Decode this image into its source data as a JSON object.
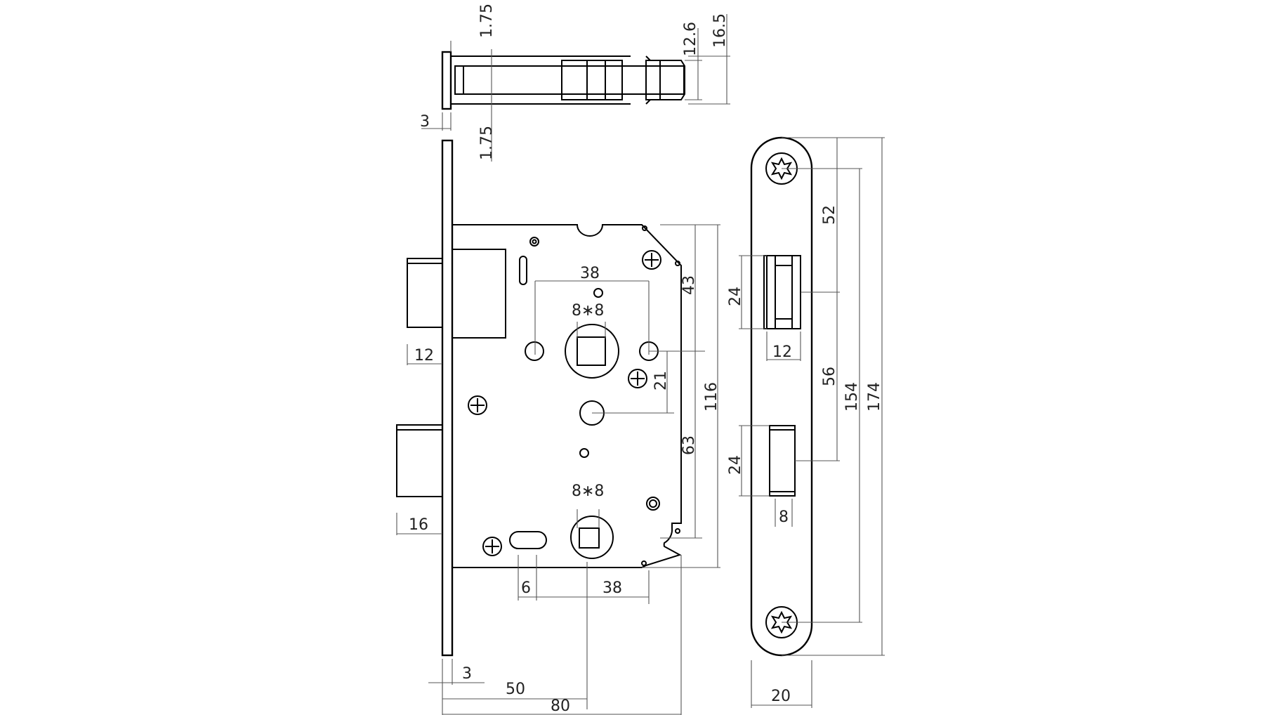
{
  "dimensions": {
    "top_1_75_a": "1.75",
    "top_1_75_b": "1.75",
    "top_3": "3",
    "top_12_6": "12.6",
    "top_16_5": "16.5",
    "backset_38_top": "38",
    "square_8x8_top": "8∗8",
    "square_8x8_bottom": "8∗8",
    "bolt_12": "12",
    "latch_16": "16",
    "hole_21": "21",
    "height_43": "43",
    "height_63": "63",
    "height_116": "116",
    "slot_6": "6",
    "backset_38_bottom": "38",
    "faceplate_3": "3",
    "backset_50": "50",
    "depth_80": "80",
    "strike_24_top": "24",
    "strike_12": "12",
    "strike_24_bottom": "24",
    "strike_8": "8",
    "strike_52": "52",
    "strike_56": "56",
    "strike_154": "154",
    "strike_174": "174",
    "strike_width_20": "20"
  }
}
